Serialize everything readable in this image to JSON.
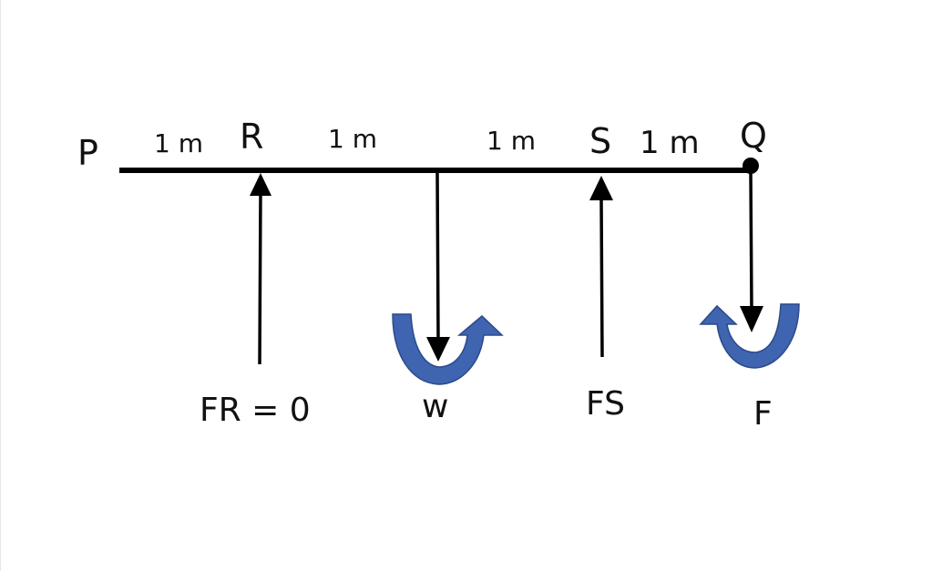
{
  "diagram": {
    "points": {
      "p": "P",
      "r": "R",
      "s": "S",
      "q": "Q"
    },
    "distances": [
      "1 m",
      "1 m",
      "1 m",
      "1 m"
    ],
    "forces": {
      "fr": "FR = 0",
      "w": "w",
      "fs": "FS",
      "f": "F"
    },
    "colors": {
      "line": "#000000",
      "moment_arrow": "#3f64b0",
      "moment_arrow_dark": "#2c4a8a"
    },
    "icons": {
      "moment_w": "anticlockwise-moment-arrow-icon",
      "moment_f": "clockwise-moment-arrow-icon"
    }
  }
}
